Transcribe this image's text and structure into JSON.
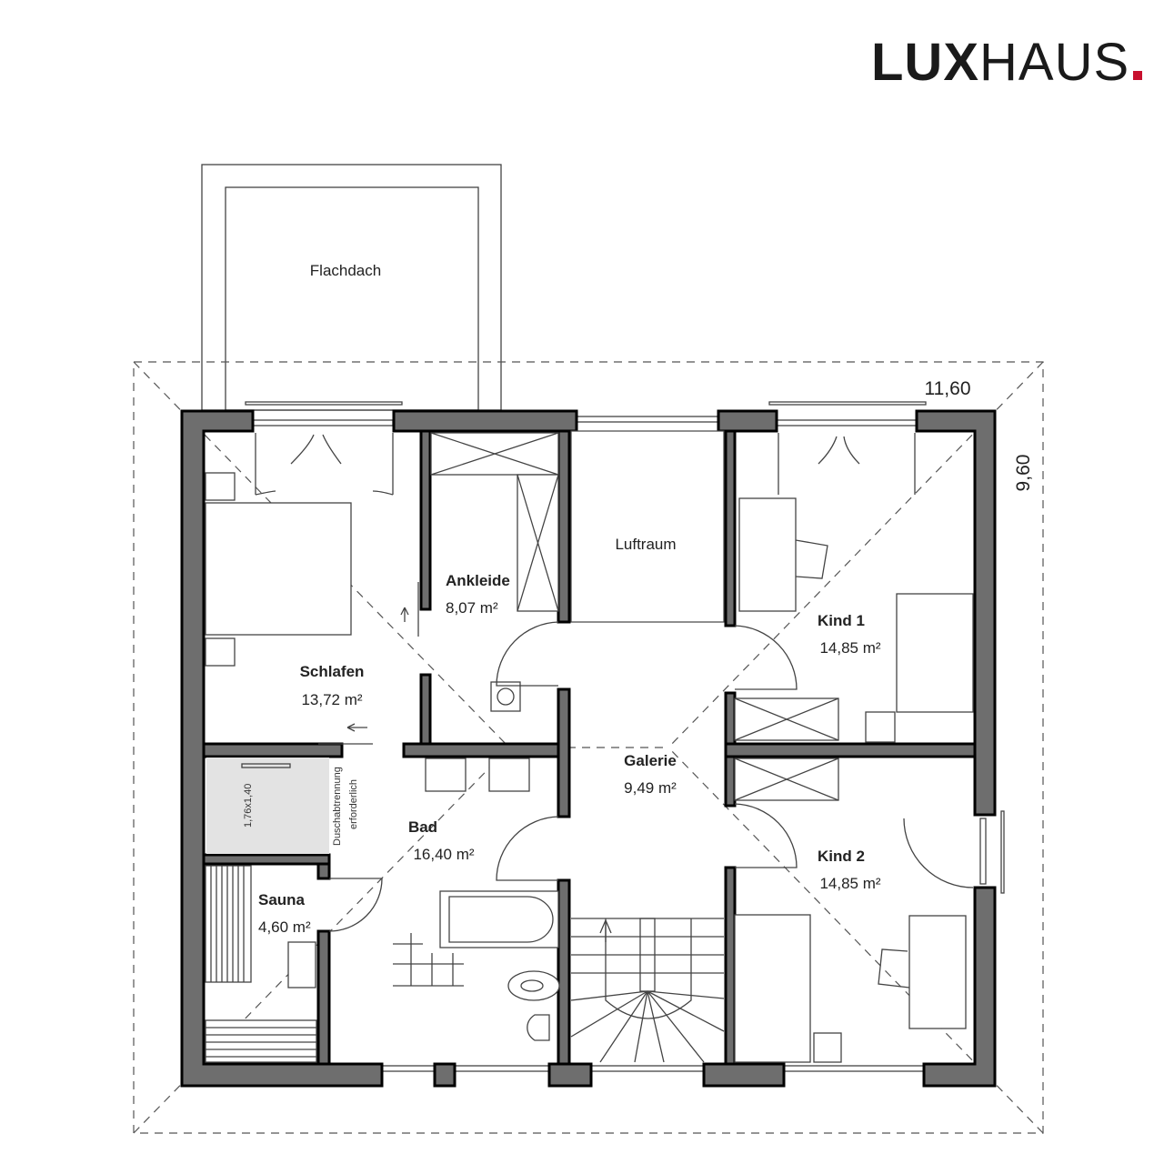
{
  "brand": {
    "bold": "LUX",
    "light": "HAUS",
    "accent_color": "#c8102e"
  },
  "dimensions": {
    "width": "11,60",
    "depth": "9,60"
  },
  "rooms": {
    "flachdach": {
      "name": "Flachdach"
    },
    "luftraum": {
      "name": "Luftraum"
    },
    "ankleide": {
      "name": "Ankleide",
      "area": "8,07 m²"
    },
    "schlafen": {
      "name": "Schlafen",
      "area": "13,72 m²"
    },
    "kind1": {
      "name": "Kind 1",
      "area": "14,85 m²"
    },
    "galerie": {
      "name": "Galerie",
      "area": "9,49 m²"
    },
    "bad": {
      "name": "Bad",
      "area": "16,40 m²"
    },
    "kind2": {
      "name": "Kind 2",
      "area": "14,85 m²"
    },
    "sauna": {
      "name": "Sauna",
      "area": "4,60 m²"
    }
  },
  "annotations": {
    "shower_size": "1,76x1,40",
    "shower_note_line1": "Duschabtrennung",
    "shower_note_line2": "erforderlich"
  },
  "colors": {
    "wall": "#6e6e6e",
    "shower": "#e3e3e3",
    "line": "#444444"
  }
}
